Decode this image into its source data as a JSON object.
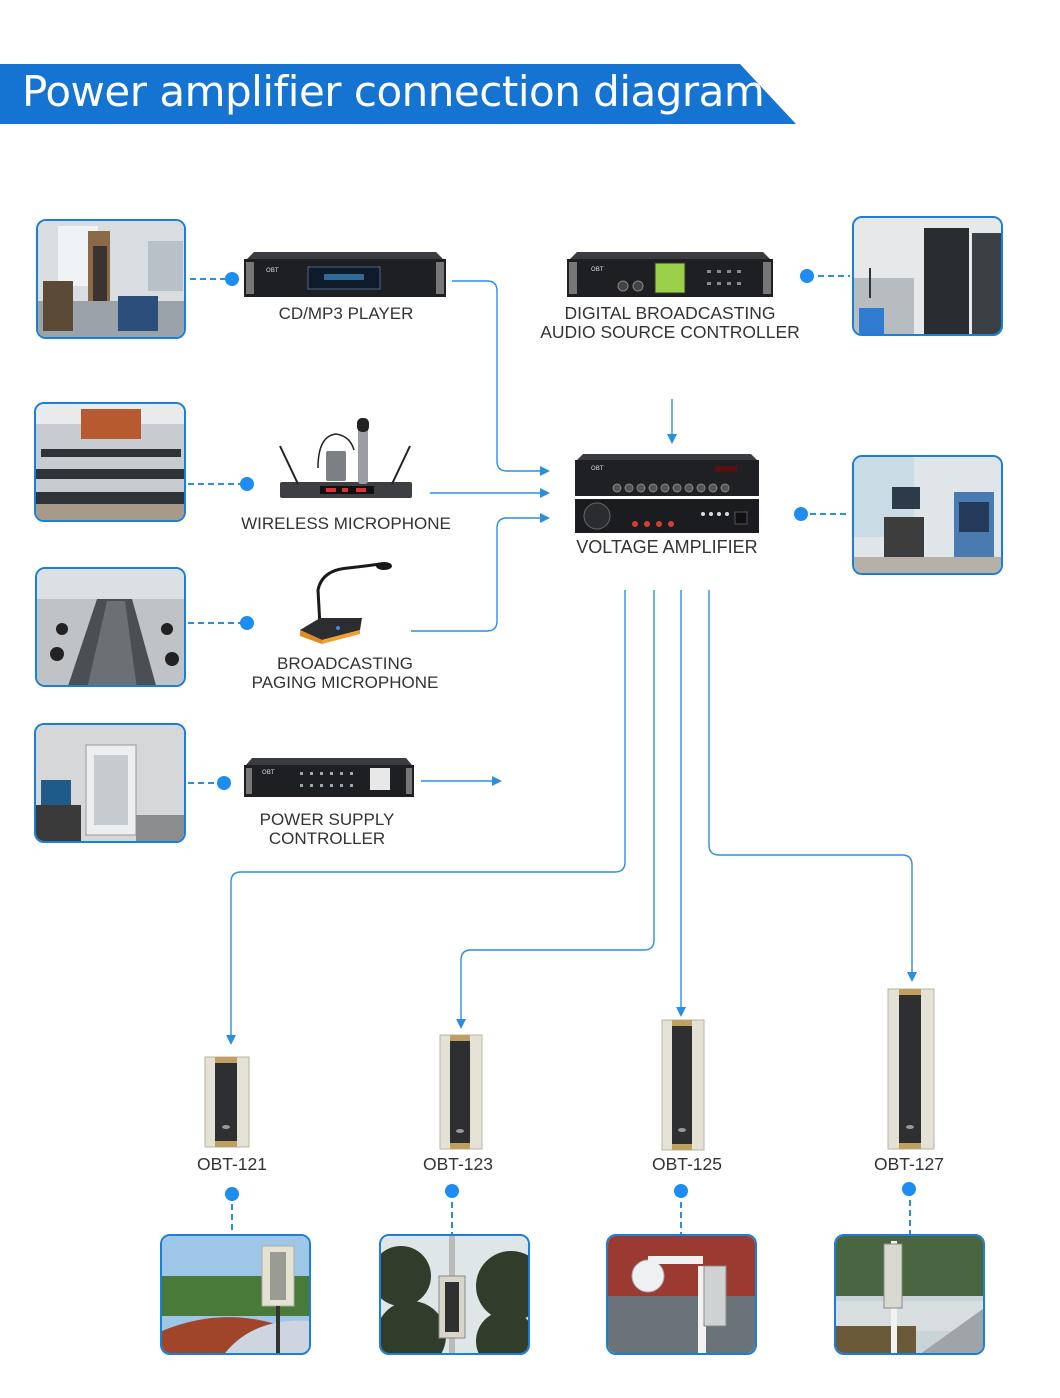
{
  "title": "Power amplifier connection diagram",
  "colors": {
    "accent": "#1573d2",
    "line": "#2a8fe0",
    "dot": "#1e8df0",
    "text": "#333333"
  },
  "devices": {
    "cd_player": {
      "label": "CD/MP3 PLAYER",
      "icon": "rack-cd-player-icon"
    },
    "audio_source_controller": {
      "label_line1": "DIGITAL BROADCASTING",
      "label_line2": "AUDIO SOURCE CONTROLLER",
      "icon": "rack-audio-controller-icon"
    },
    "wireless_microphone": {
      "label": "WIRELESS MICROPHONE",
      "icon": "wireless-microphone-icon"
    },
    "voltage_amplifier": {
      "label": "VOLTAGE AMPLIFIER",
      "icon": "voltage-amplifier-icon"
    },
    "paging_microphone": {
      "label_line1": "BROADCASTING",
      "label_line2": "PAGING MICROPHONE",
      "icon": "paging-microphone-icon"
    },
    "power_supply_controller": {
      "label_line1": "POWER SUPPLY",
      "label_line2": "CONTROLLER",
      "icon": "rack-power-controller-icon"
    }
  },
  "speakers": [
    {
      "model": "OBT-121",
      "scene": "playground-photo"
    },
    {
      "model": "OBT-123",
      "scene": "forest-pole-photo"
    },
    {
      "model": "OBT-125",
      "scene": "camera-pole-photo"
    },
    {
      "model": "OBT-127",
      "scene": "roadside-photo"
    }
  ],
  "scene_photos": {
    "control_room": "control-room-photo",
    "server_room": "server-room-photo",
    "classroom": "classroom-photo",
    "equipment_room": "equipment-room-photo",
    "meeting_room": "meeting-room-photo",
    "office_cabinet": "office-cabinet-photo"
  }
}
